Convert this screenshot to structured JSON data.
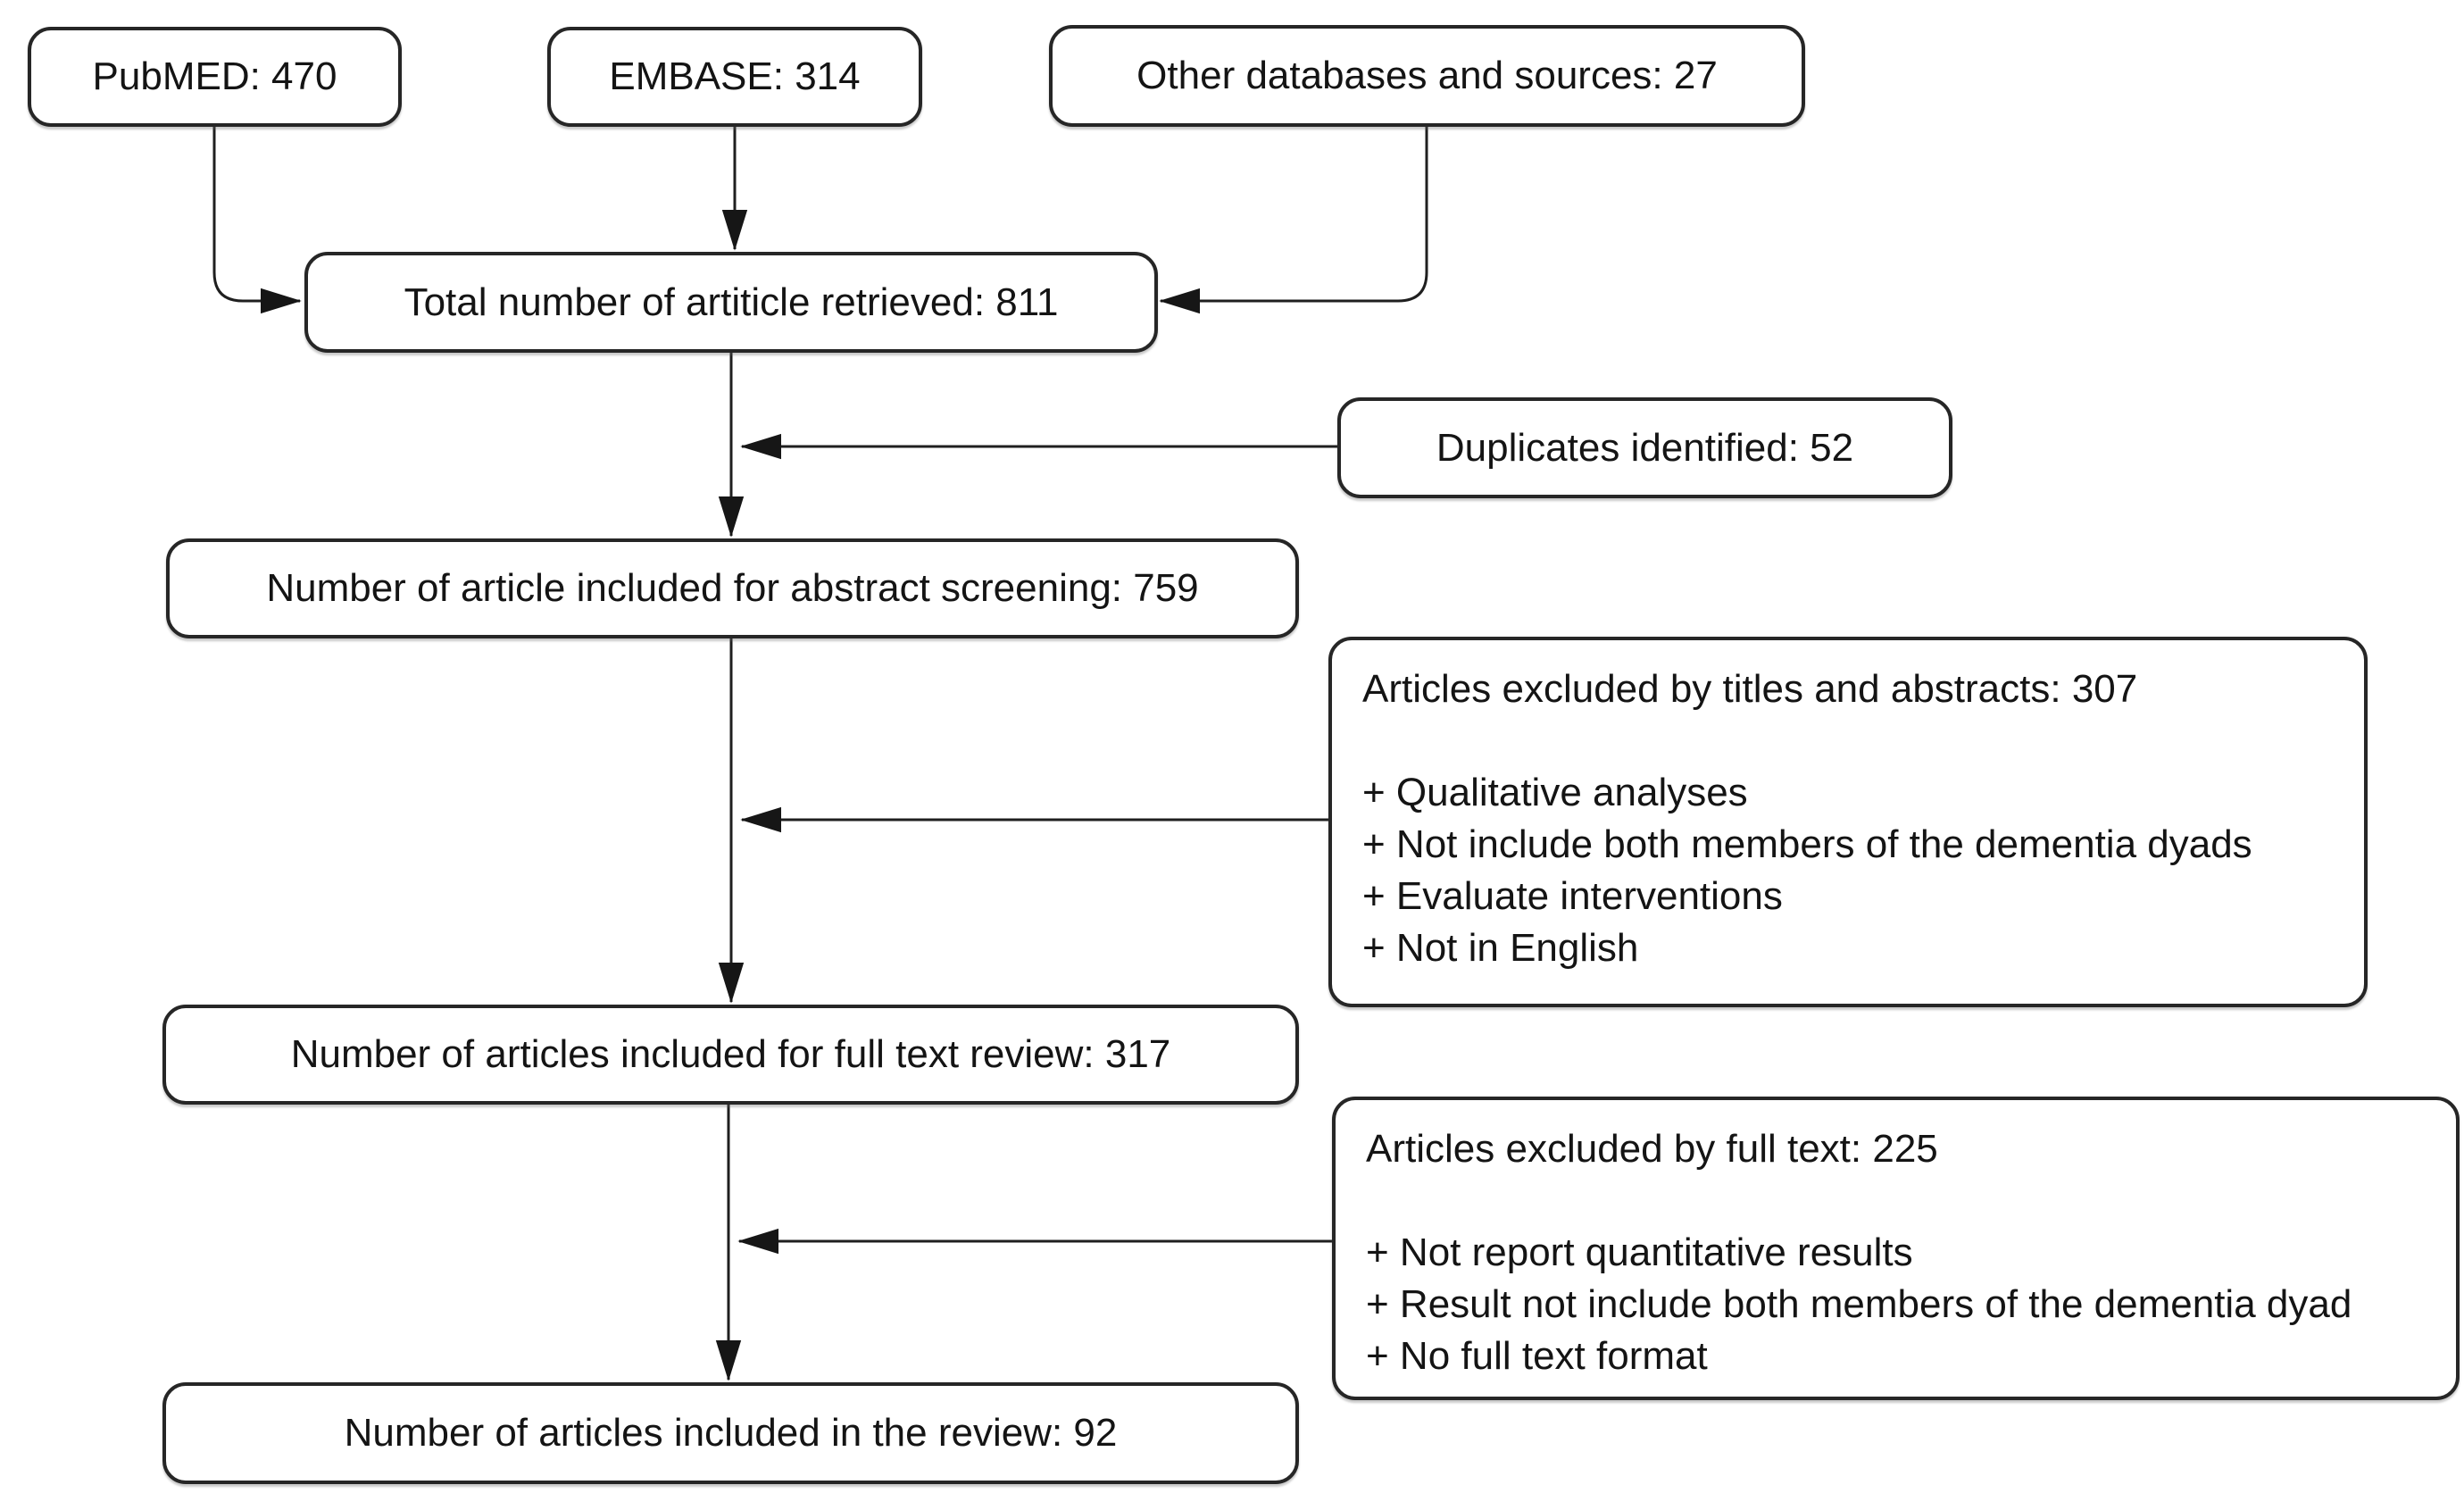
{
  "diagram": {
    "background_color": "#ffffff",
    "line_color": "#1f1f1f",
    "text_color": "#141414",
    "nodes": {
      "pubmed": {
        "label": "PubMED: 470"
      },
      "embase": {
        "label": "EMBASE: 314"
      },
      "other": {
        "label": "Other databases and sources: 27"
      },
      "total": {
        "label": "Total number of artiticle retrieved: 811"
      },
      "duplicates": {
        "label": "Duplicates identified: 52"
      },
      "abstract": {
        "label": "Number of article included for abstract screening: 759"
      },
      "excluded_abstract": {
        "title": "Articles excluded by titles and abstracts: 307",
        "items": [
          "+ Qualitative analyses",
          "+ Not include both members of the dementia dyads",
          "+ Evaluate interventions",
          "+ Not in English"
        ]
      },
      "fulltext": {
        "label": "Number of articles included for full text review: 317"
      },
      "excluded_fulltext": {
        "title": "Articles excluded by full text: 225",
        "items": [
          "+ Not report quantitative results",
          "+ Result not include both members of the dementia dyad",
          "+ No full text format"
        ]
      },
      "final": {
        "label": "Number of articles included in the review: 92"
      }
    }
  }
}
